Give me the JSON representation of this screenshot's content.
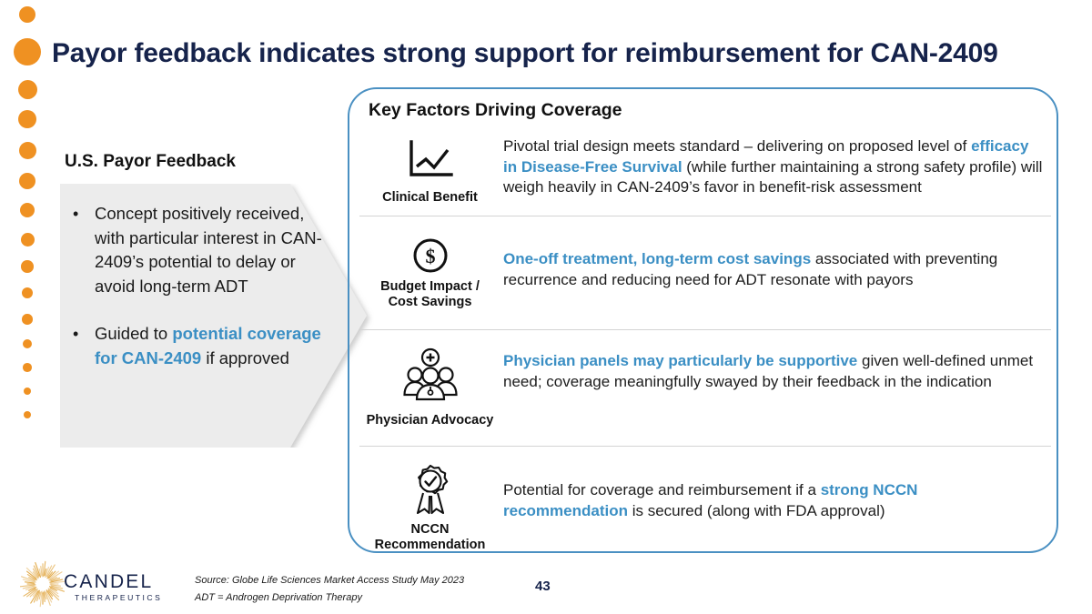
{
  "brand": {
    "name": "CANDEL",
    "tagline": "THERAPEUTICS",
    "navy": "#16234B",
    "gold": "#E0A33A",
    "orange": "#EF9122",
    "accent_blue": "#3B8FC4",
    "panel_border": "#4A90C2"
  },
  "title": "Payor feedback indicates strong support for reimbursement for CAN-2409",
  "left": {
    "heading": "U.S. Payor Feedback",
    "bullets": [
      {
        "marker": "•",
        "parts": [
          {
            "text": "Concept positively received, with particular interest in CAN-2409’s potential to delay or avoid long-term ADT",
            "style": "normal"
          }
        ]
      },
      {
        "marker": "•",
        "parts": [
          {
            "text": "Guided to ",
            "style": "normal"
          },
          {
            "text": "potential coverage for CAN-2409",
            "style": "blue"
          },
          {
            "text": " if approved",
            "style": "normal"
          }
        ]
      }
    ]
  },
  "panel": {
    "title": "Key Factors Driving Coverage",
    "rows": [
      {
        "icon": "line-chart-icon",
        "label": "Clinical Benefit",
        "parts": [
          {
            "text": "Pivotal trial design meets standard – delivering on proposed level of ",
            "style": "normal"
          },
          {
            "text": "efficacy in Disease-Free Survival",
            "style": "blue"
          },
          {
            "text": " (while further maintaining a strong safety profile) will weigh heavily in CAN-2409’s favor in benefit-risk assessment",
            "style": "normal"
          }
        ]
      },
      {
        "icon": "dollar-coin-icon",
        "label": "Budget Impact /\nCost Savings",
        "parts": [
          {
            "text": "One-off treatment, long-term cost savings",
            "style": "blue"
          },
          {
            "text": " associated with preventing recurrence and reducing need for ADT resonate with payors",
            "style": "normal"
          }
        ]
      },
      {
        "icon": "physician-group-icon",
        "label": "Physician Advocacy",
        "parts": [
          {
            "text": "Physician panels may particularly be supportive",
            "style": "blue"
          },
          {
            "text": " given well-defined unmet need; coverage meaningfully swayed by their feedback in the indication",
            "style": "normal"
          }
        ]
      },
      {
        "icon": "award-ribbon-icon",
        "label": "NCCN\nRecommendation",
        "parts": [
          {
            "text": "Potential for coverage and reimbursement if a ",
            "style": "normal"
          },
          {
            "text": "strong NCCN recommendation",
            "style": "blue"
          },
          {
            "text": " is secured (along with FDA approval)",
            "style": "normal"
          }
        ]
      }
    ]
  },
  "footer": {
    "source": "Source: Globe Life Sciences Market Access Study May 2023",
    "abbreviation": "ADT = Androgen Deprivation Therapy",
    "page_number": "43"
  }
}
